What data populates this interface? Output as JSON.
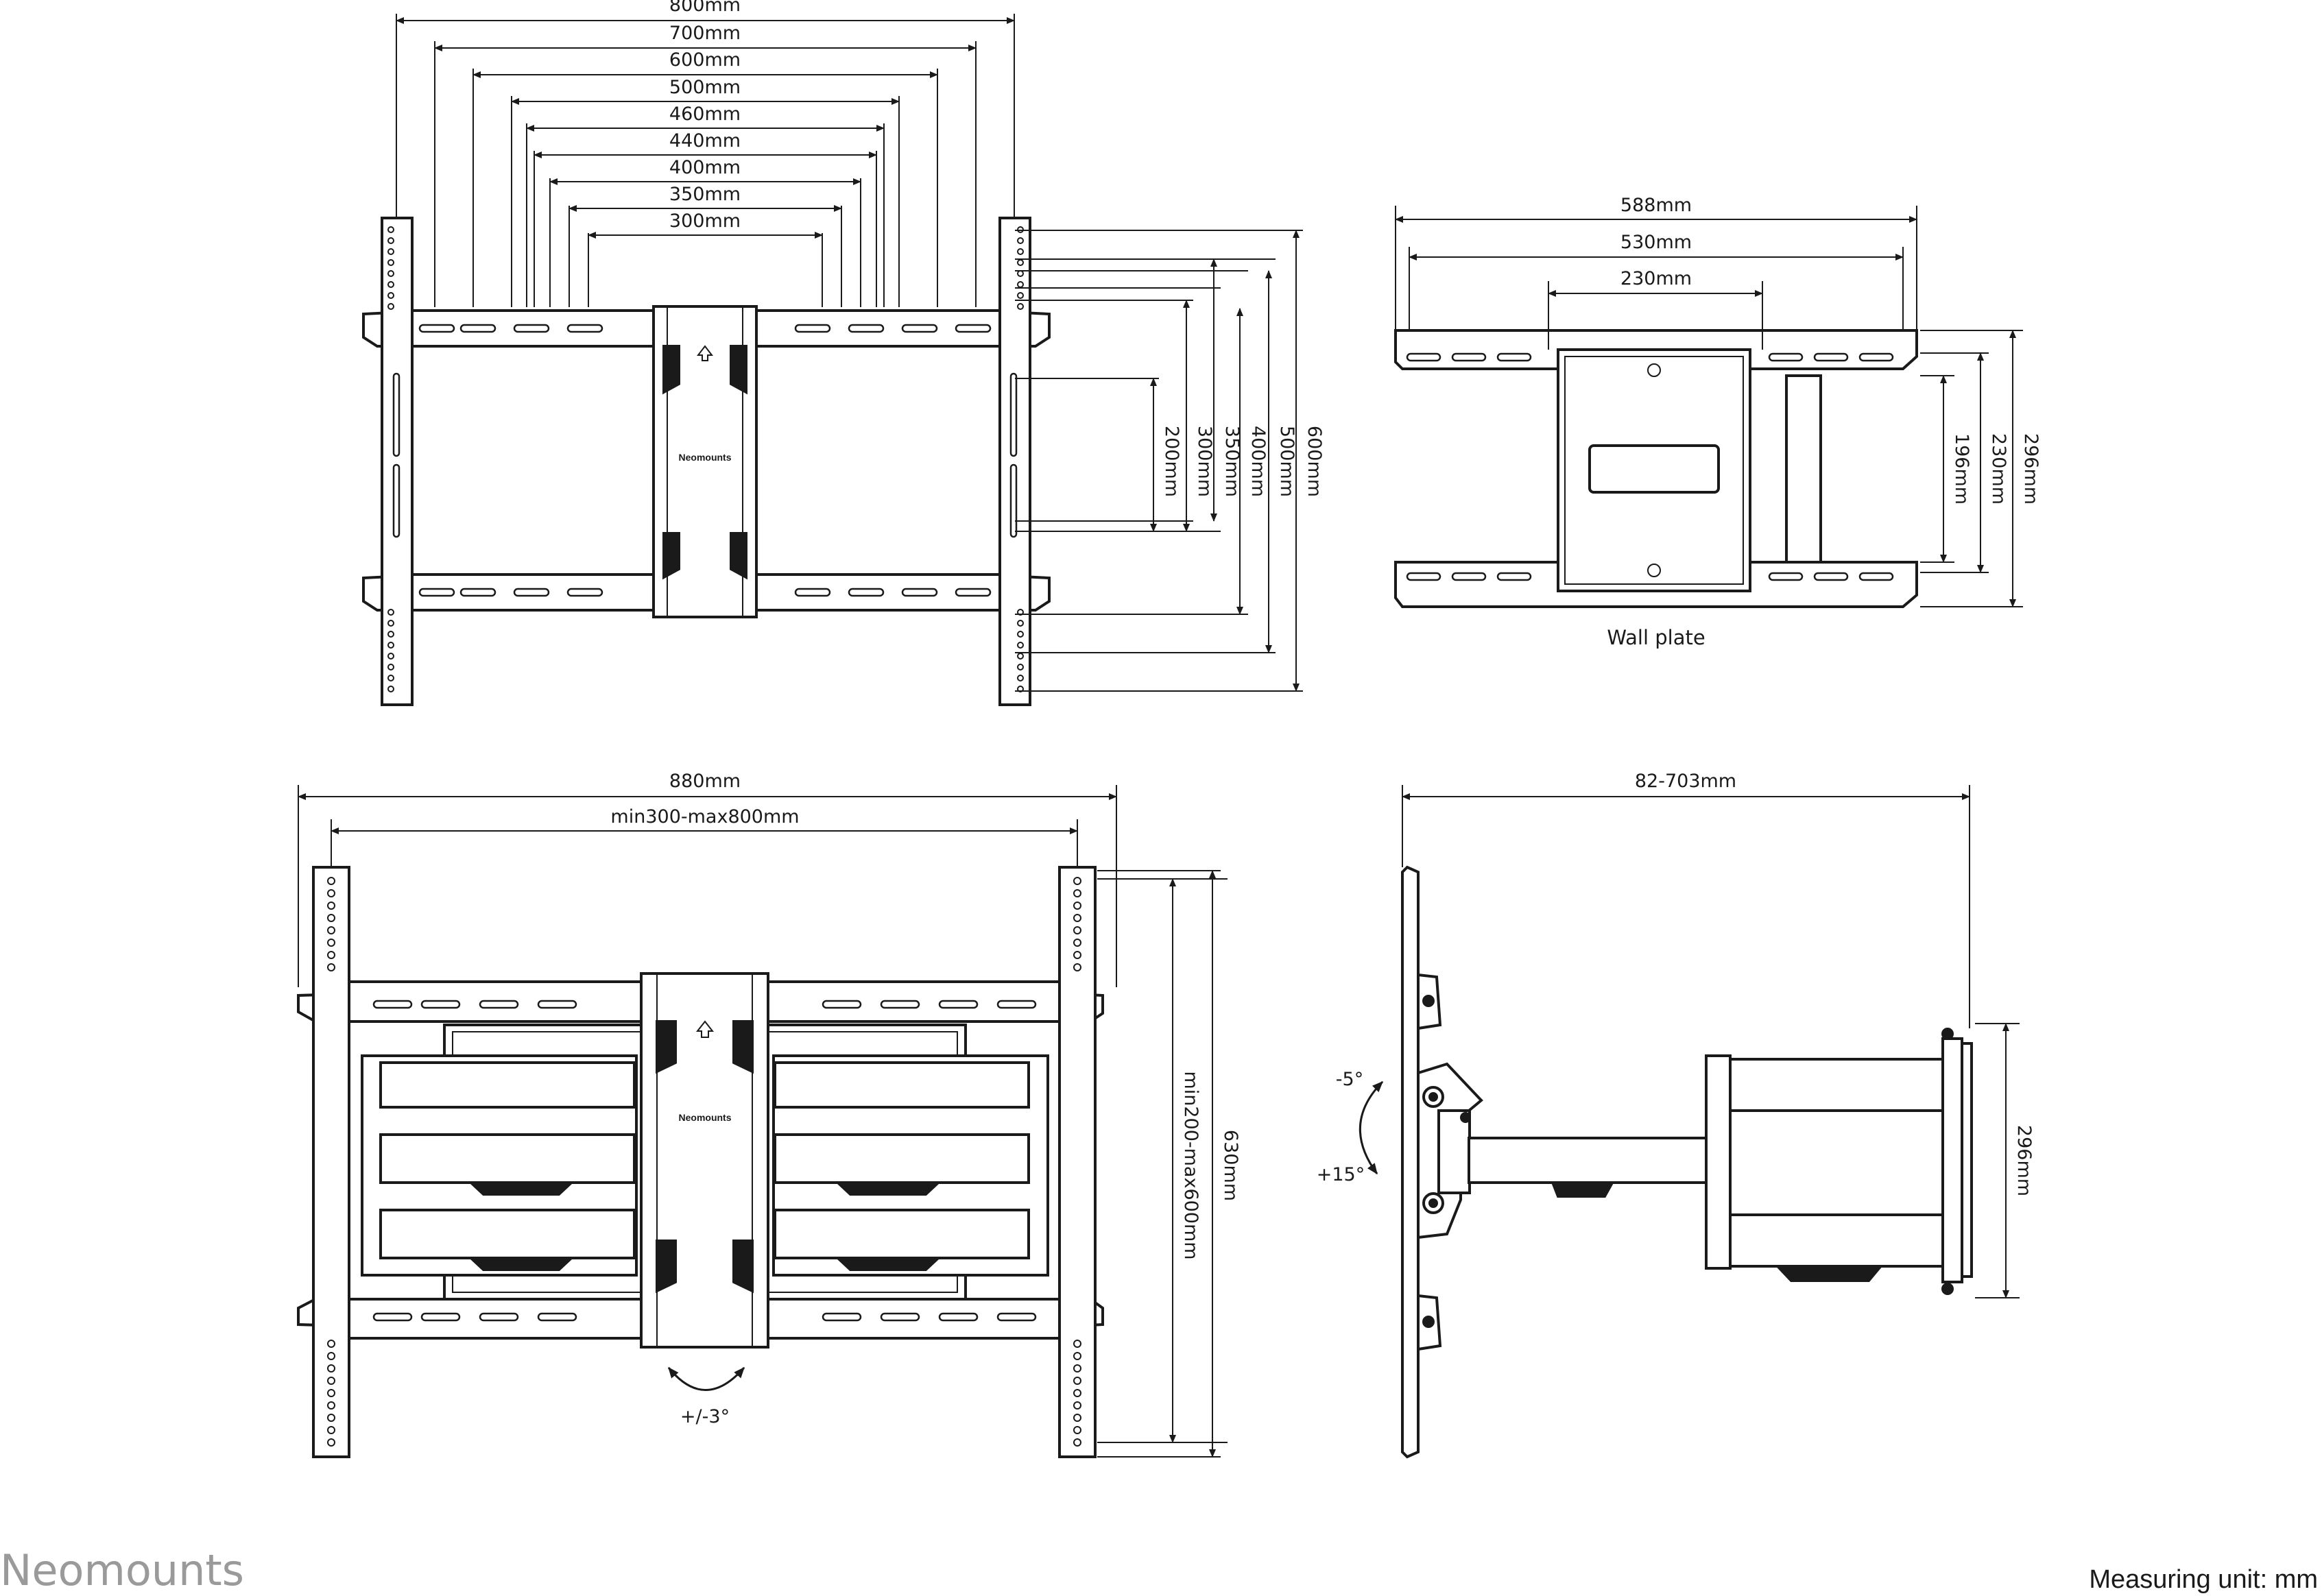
{
  "front_view": {
    "width_dims": [
      "800mm",
      "700mm",
      "600mm",
      "500mm",
      "460mm",
      "440mm",
      "400mm",
      "350mm",
      "300mm"
    ],
    "height_dims": [
      "200mm",
      "300mm",
      "350mm",
      "400mm",
      "500mm",
      "600mm"
    ],
    "plate_brand": "Neomounts"
  },
  "wall_plate": {
    "label": "Wall plate",
    "width_dims": [
      "588mm",
      "530mm",
      "230mm"
    ],
    "height_dims": [
      "196mm",
      "230mm",
      "296mm"
    ]
  },
  "extended_view": {
    "overall_width": "880mm",
    "vesa_width": "min300-max800mm",
    "vesa_height": "min200-max600mm",
    "overall_height": "630mm",
    "rotation": "+/-3°",
    "plate_brand": "Neomounts"
  },
  "side_view": {
    "depth": "82-703mm",
    "tilt_up": "-5°",
    "tilt_down": "+15°",
    "height": "296mm"
  },
  "footer": {
    "brand": "Neomounts",
    "unit_note": "Measuring unit: mm"
  },
  "colors": {
    "line": "#1a1a1a",
    "brand_gray": "#9a9a9a",
    "background": "#ffffff"
  }
}
